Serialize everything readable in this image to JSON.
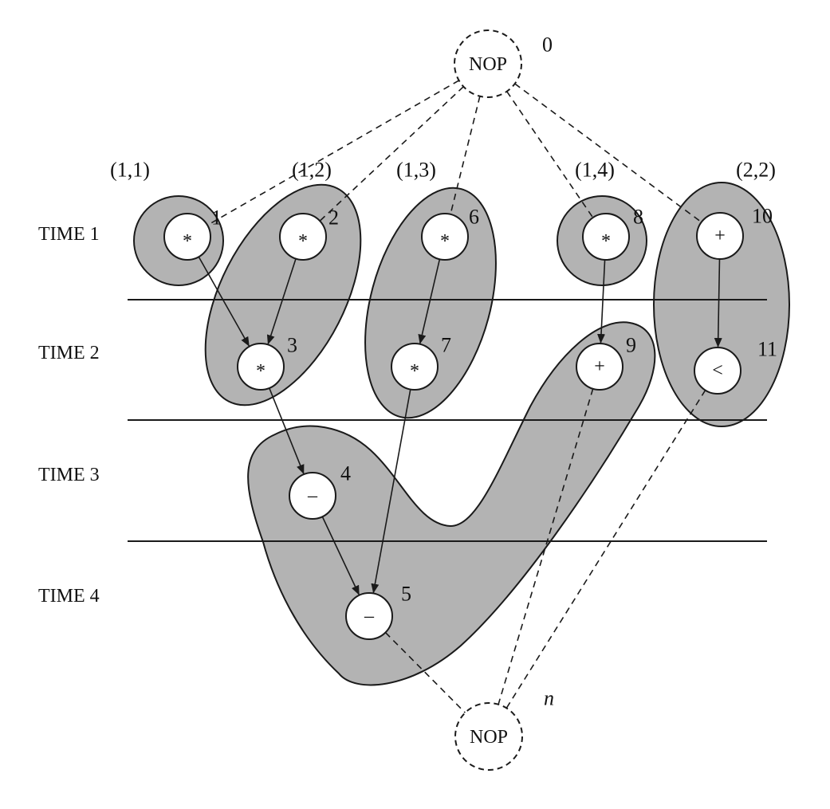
{
  "time_steps": [
    "TIME 1",
    "TIME 2",
    "TIME 3",
    "TIME 4"
  ],
  "nop_nodes": {
    "source": {
      "label": "NOP",
      "id": "0"
    },
    "sink": {
      "label": "NOP",
      "id": "n"
    }
  },
  "cluster_labels": [
    "(1,1)",
    "(1,2)",
    "(1,3)",
    "(1,4)",
    "(2,2)"
  ],
  "operations": [
    {
      "id": "1",
      "op": "*",
      "time": 1
    },
    {
      "id": "2",
      "op": "*",
      "time": 1
    },
    {
      "id": "3",
      "op": "*",
      "time": 2
    },
    {
      "id": "4",
      "op": "–",
      "time": 3
    },
    {
      "id": "5",
      "op": "–",
      "time": 4
    },
    {
      "id": "6",
      "op": "*",
      "time": 1
    },
    {
      "id": "7",
      "op": "*",
      "time": 2
    },
    {
      "id": "8",
      "op": "*",
      "time": 1
    },
    {
      "id": "9",
      "op": "+",
      "time": 2
    },
    {
      "id": "10",
      "op": "+",
      "time": 1
    },
    {
      "id": "11",
      "op": "<",
      "time": 2
    }
  ],
  "clusters": [
    {
      "label": "(1,1)",
      "ops": [
        "1"
      ]
    },
    {
      "label": "(1,2)",
      "ops": [
        "2",
        "3"
      ]
    },
    {
      "label": "(1,3)",
      "ops": [
        "6",
        "7"
      ]
    },
    {
      "label": "(1,4)",
      "ops": [
        "8"
      ]
    },
    {
      "label": "(2,2)",
      "ops": [
        "10",
        "11"
      ]
    },
    {
      "label": "",
      "ops": [
        "4",
        "5",
        "9"
      ]
    }
  ],
  "edges": [
    {
      "from": "1",
      "to": "3"
    },
    {
      "from": "2",
      "to": "3"
    },
    {
      "from": "3",
      "to": "4"
    },
    {
      "from": "4",
      "to": "5"
    },
    {
      "from": "6",
      "to": "7"
    },
    {
      "from": "7",
      "to": "5"
    },
    {
      "from": "8",
      "to": "9"
    },
    {
      "from": "10",
      "to": "11"
    }
  ],
  "source_edges_to": [
    "1",
    "2",
    "6",
    "8",
    "10"
  ],
  "sink_edges_from": [
    "5",
    "9",
    "11"
  ]
}
